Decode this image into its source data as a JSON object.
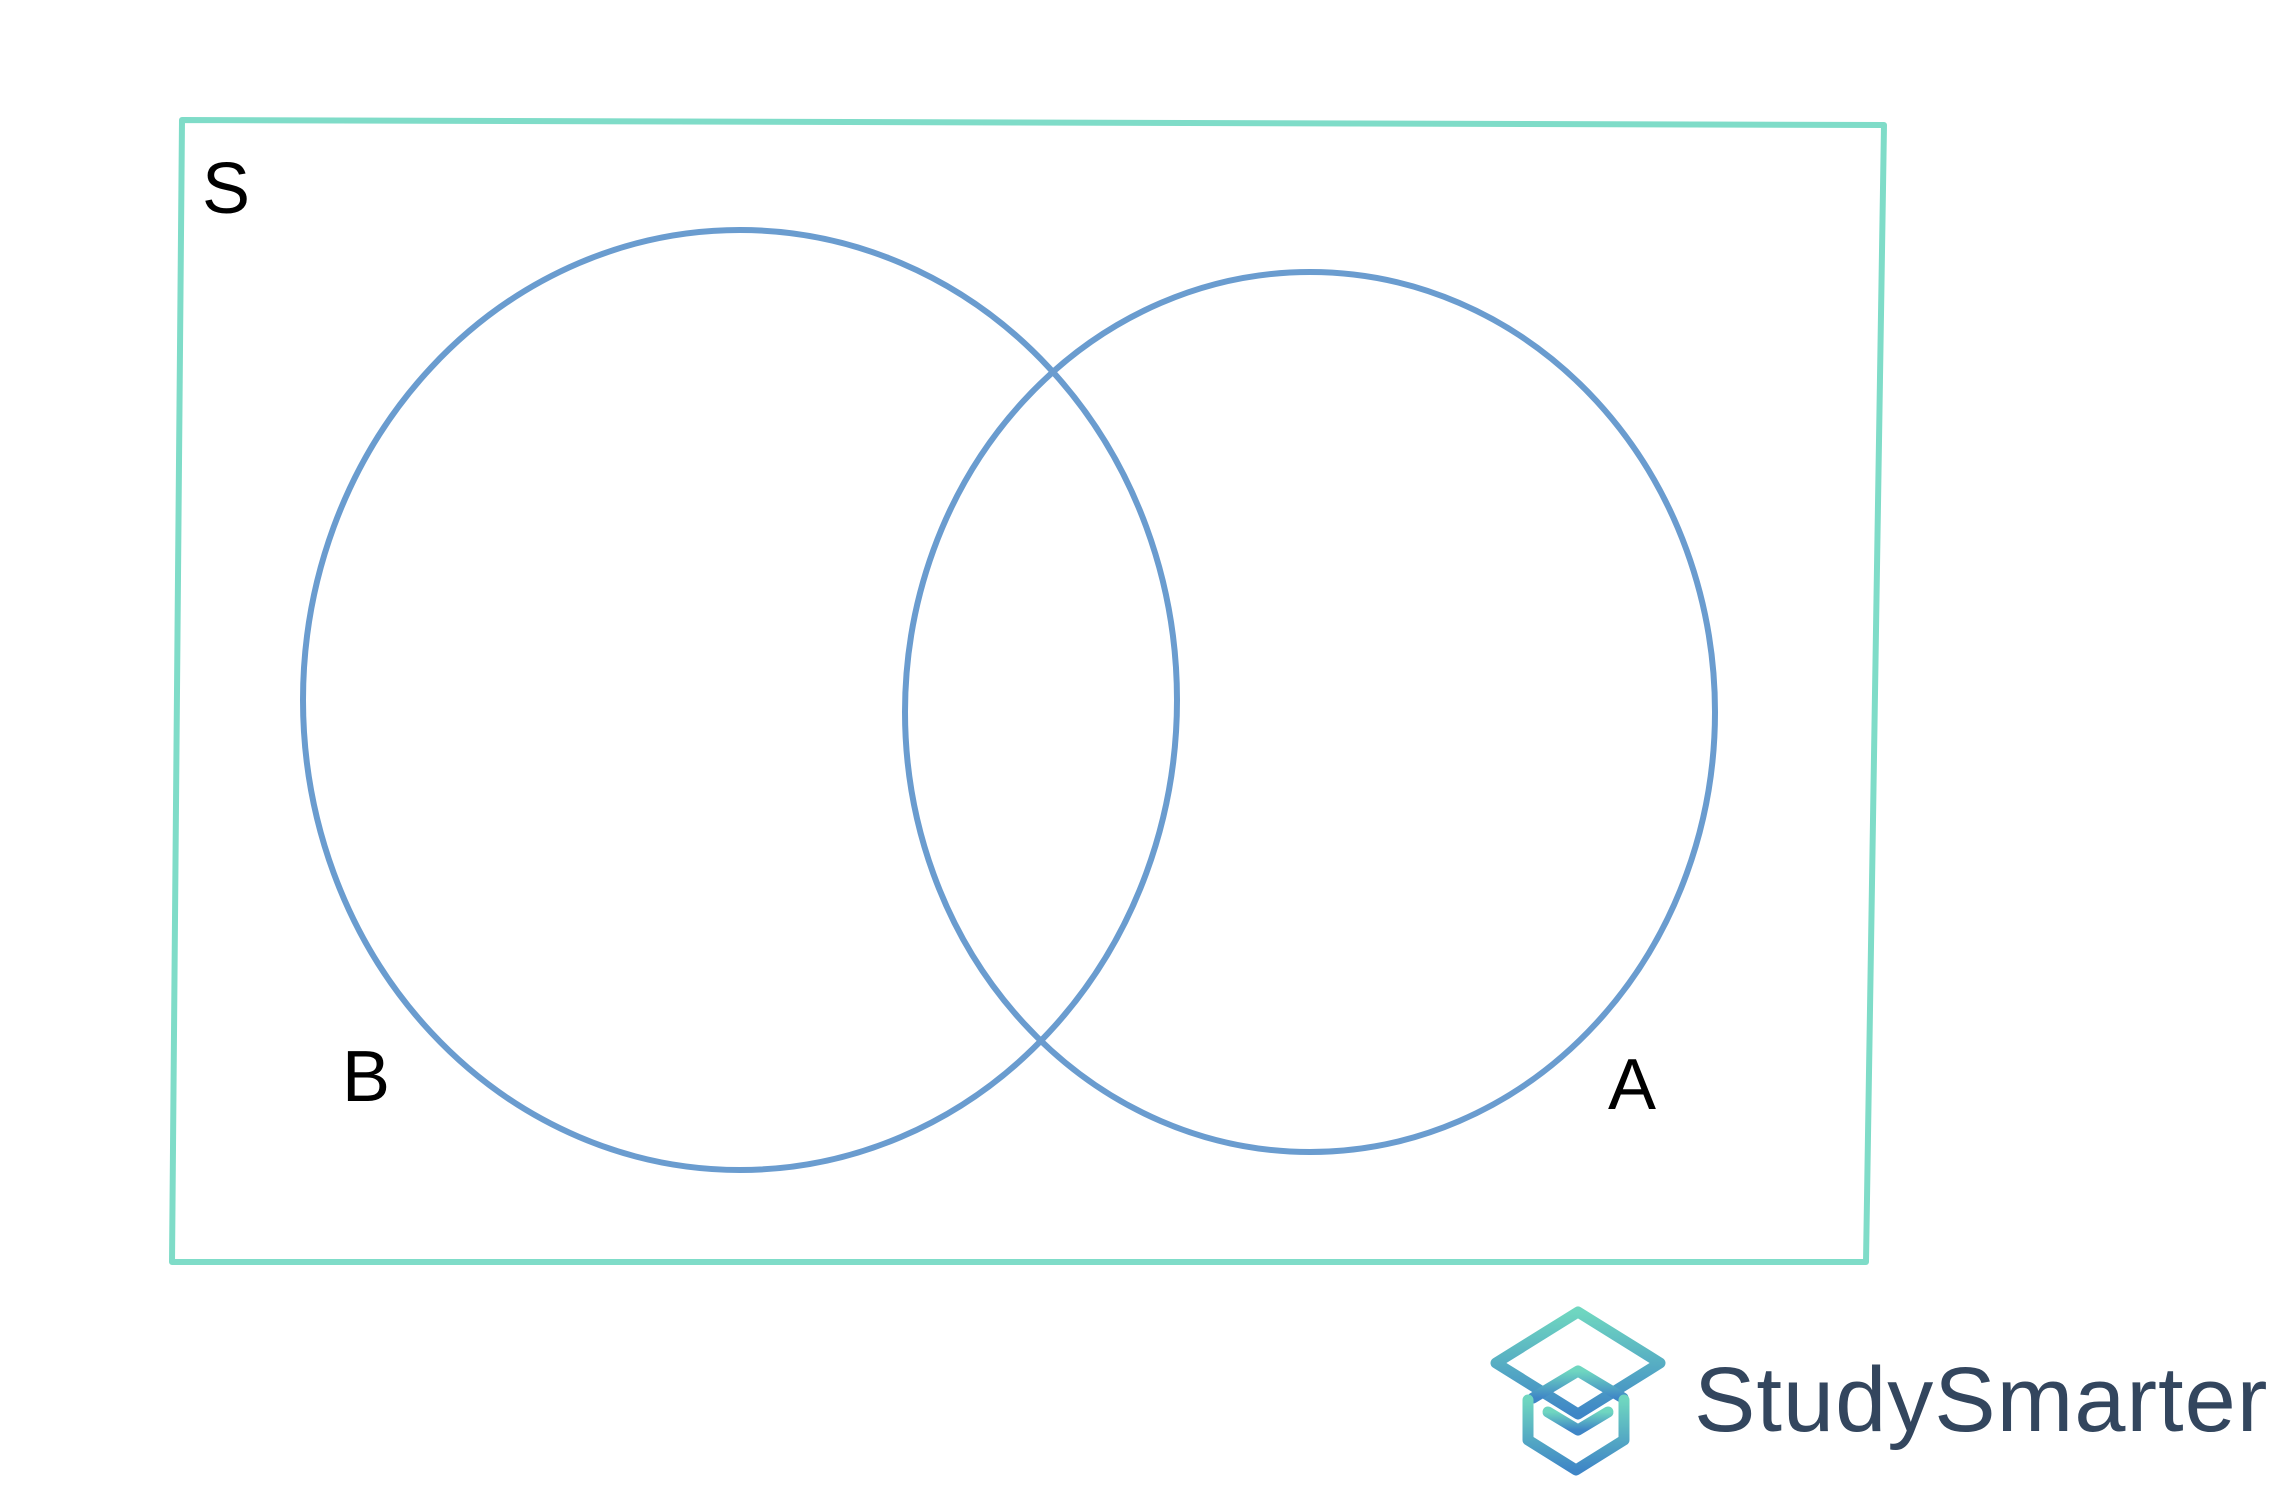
{
  "diagram": {
    "universal_set_label": "S",
    "set_b_label": "B",
    "set_a_label": "A"
  },
  "branding": {
    "logo_text": "StudySmarter",
    "logo_icon": "cube-logo-icon"
  },
  "colors": {
    "universe_border": "#7fdcc8",
    "set_circle": "#6a9ccf",
    "logo_text": "#33465e",
    "logo_gradient_top": "#6fd6c0",
    "logo_gradient_bottom": "#3f86c6"
  }
}
